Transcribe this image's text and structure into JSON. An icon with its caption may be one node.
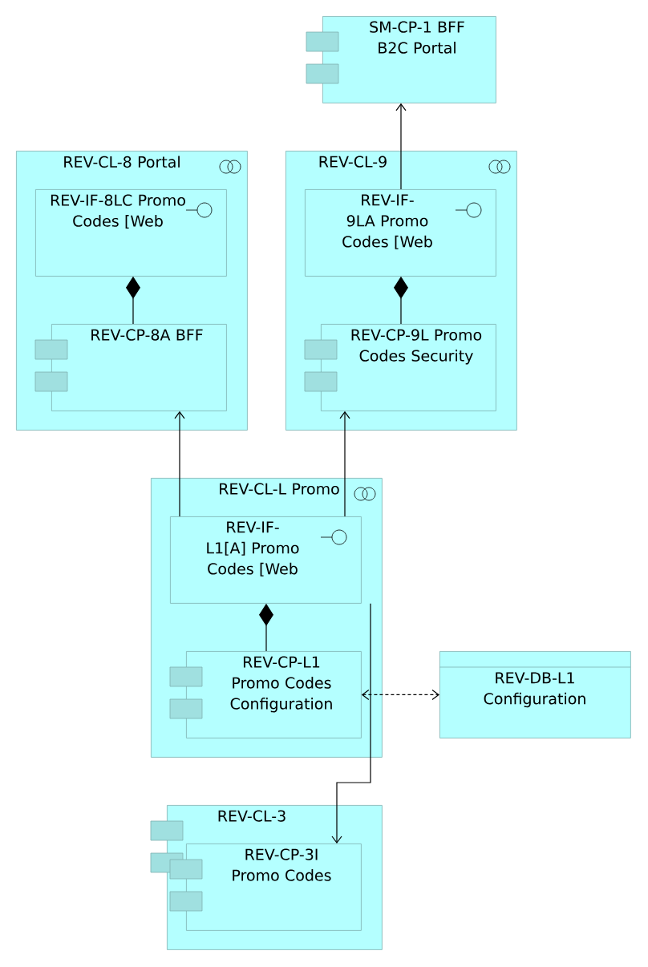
{
  "diagram": {
    "nodes": [
      {
        "text": [
          "SM-CP-1 BFF B2C Portal"
        ]
      },
      {
        "text": [
          "REV-CL-8 Portal"
        ]
      },
      {
        "text": [
          "REV-IF-8LC Promo Codes [Web"
        ],
        "in": 1
      },
      {
        "text": [
          "REV-CP-8A BFF"
        ],
        "in": 1
      },
      {
        "text": [
          "REV-CL-9"
        ]
      },
      {
        "text": [
          "REV-IF-9LA Promo Codes [Web"
        ],
        "in": 4
      },
      {
        "text": [
          "REV-CP-9L Promo Codes Security"
        ],
        "in": 4
      },
      {
        "text": [
          "REV-CL-L Promo"
        ]
      },
      {
        "text": [
          "REV-IF-L1[A] Promo Codes [Web"
        ],
        "in": 7
      },
      {
        "text": [
          "REV-CP-L1 Promo Codes Configuration"
        ],
        "in": 7
      },
      {
        "text": [
          "REV-DB-L1 Configuration"
        ]
      },
      {
        "text": [
          "REV-CL-3"
        ]
      },
      {
        "text": [
          "REV-CP-3I Promo Codes"
        ],
        "in": 11
      }
    ],
    "edges": [
      {
        "from": 2,
        "to": 3,
        "arrow": "other"
      },
      {
        "from": 5,
        "to": 6,
        "arrow": "other"
      },
      {
        "from": 8,
        "to": 9,
        "arrow": "other"
      },
      {
        "from": 8,
        "to": 3,
        "arrow": "to"
      },
      {
        "from": 8,
        "to": 6,
        "arrow": "to"
      },
      {
        "from": 5,
        "to": 0,
        "arrow": "to"
      },
      {
        "from": 9,
        "to": 10,
        "arrow": "both",
        "style": "dashed"
      },
      {
        "from": 8,
        "to": 12,
        "arrow": "to"
      }
    ]
  }
}
